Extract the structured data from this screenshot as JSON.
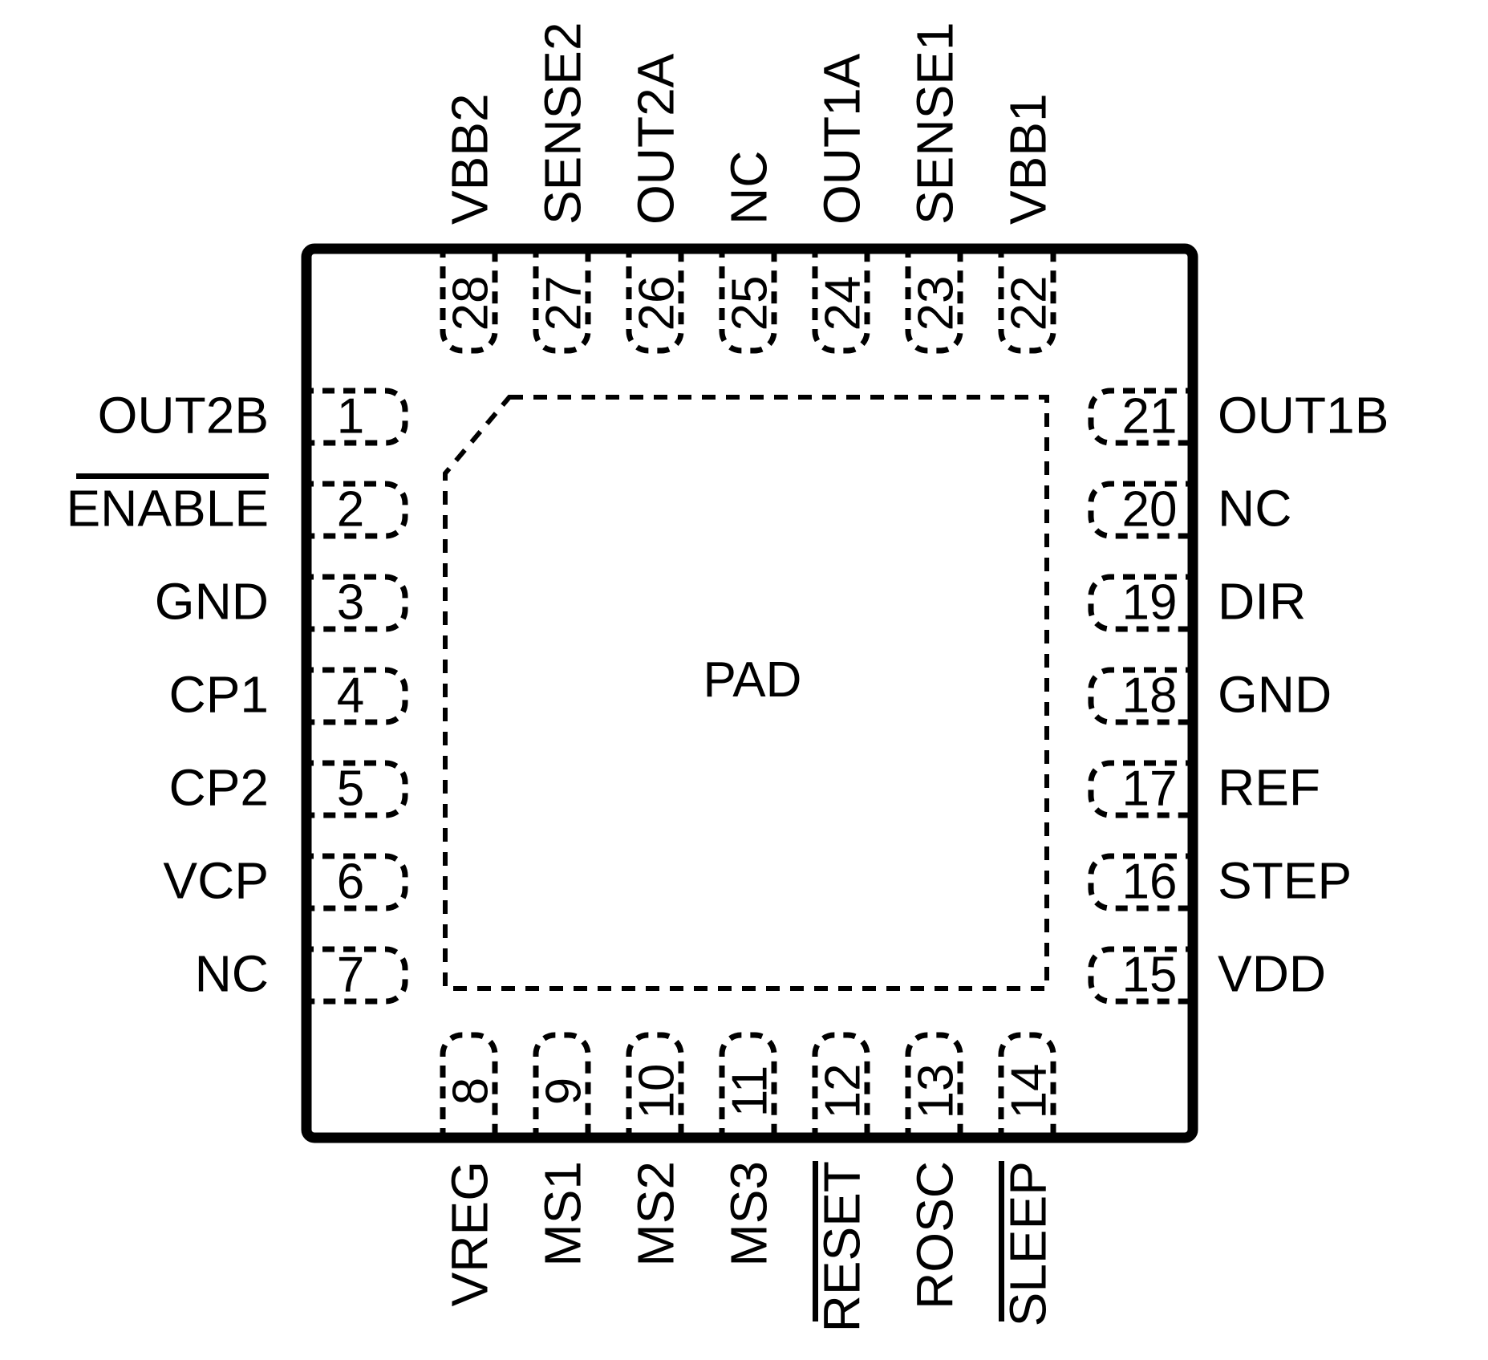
{
  "diagram": {
    "type": "ic-package-pinout",
    "package_shape": "square-qfn-28",
    "pad": {
      "label": "PAD"
    }
  },
  "colors": {
    "ink": "#000000",
    "background": "#ffffff"
  },
  "pins": {
    "top": [
      {
        "num": "28",
        "label": "VBB2",
        "overline": false
      },
      {
        "num": "27",
        "label": "SENSE2",
        "overline": false
      },
      {
        "num": "26",
        "label": "OUT2A",
        "overline": false
      },
      {
        "num": "25",
        "label": "NC",
        "overline": false
      },
      {
        "num": "24",
        "label": "OUT1A",
        "overline": false
      },
      {
        "num": "23",
        "label": "SENSE1",
        "overline": false
      },
      {
        "num": "22",
        "label": "VBB1",
        "overline": false
      }
    ],
    "left": [
      {
        "num": "1",
        "label": "OUT2B",
        "overline": false
      },
      {
        "num": "2",
        "label": "ENABLE",
        "overline": true
      },
      {
        "num": "3",
        "label": "GND",
        "overline": false
      },
      {
        "num": "4",
        "label": "CP1",
        "overline": false
      },
      {
        "num": "5",
        "label": "CP2",
        "overline": false
      },
      {
        "num": "6",
        "label": "VCP",
        "overline": false
      },
      {
        "num": "7",
        "label": "NC",
        "overline": false
      }
    ],
    "right": [
      {
        "num": "21",
        "label": "OUT1B",
        "overline": false
      },
      {
        "num": "20",
        "label": "NC",
        "overline": false
      },
      {
        "num": "19",
        "label": "DIR",
        "overline": false
      },
      {
        "num": "18",
        "label": "GND",
        "overline": false
      },
      {
        "num": "17",
        "label": "REF",
        "overline": false
      },
      {
        "num": "16",
        "label": "STEP",
        "overline": false
      },
      {
        "num": "15",
        "label": "VDD",
        "overline": false
      }
    ],
    "bottom": [
      {
        "num": "8",
        "label": "VREG",
        "overline": false
      },
      {
        "num": "9",
        "label": "MS1",
        "overline": false
      },
      {
        "num": "10",
        "label": "MS2",
        "overline": false
      },
      {
        "num": "11",
        "label": "MS3",
        "overline": false
      },
      {
        "num": "12",
        "label": "RESET",
        "overline": true
      },
      {
        "num": "13",
        "label": "ROSC",
        "overline": false
      },
      {
        "num": "14",
        "label": "SLEEP",
        "overline": true
      }
    ]
  }
}
